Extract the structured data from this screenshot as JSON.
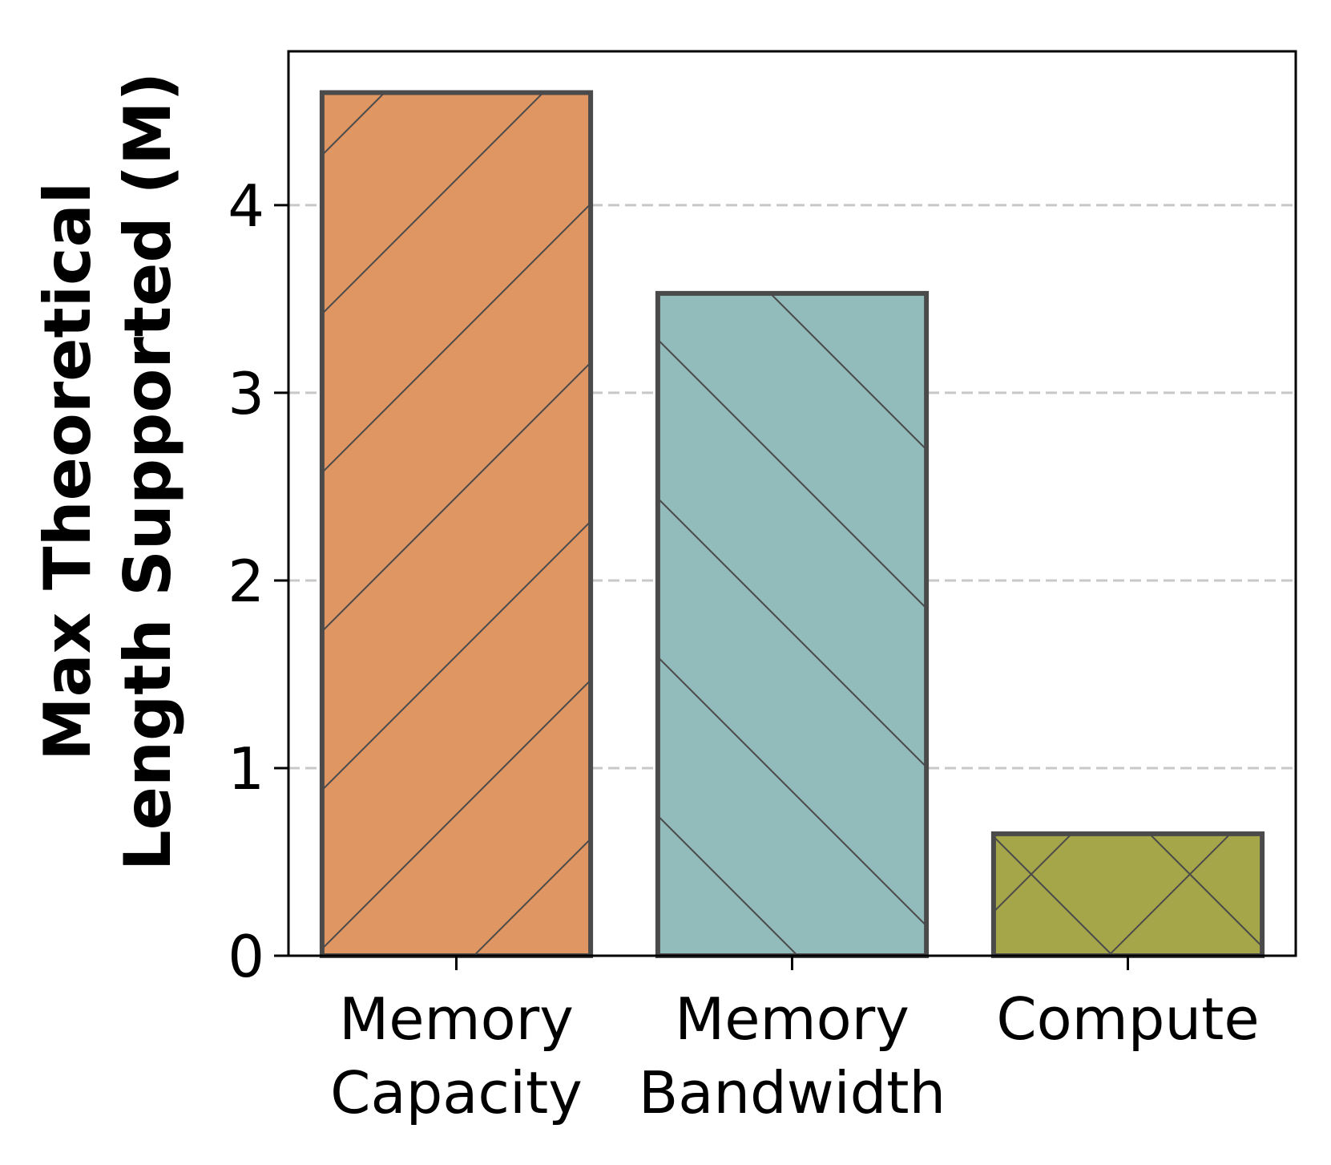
{
  "chart_data": {
    "type": "bar",
    "categories": [
      [
        "Memory",
        "Capacity"
      ],
      [
        "Memory",
        "Bandwidth"
      ],
      [
        "Compute"
      ]
    ],
    "values": [
      4.6,
      3.53,
      0.65
    ],
    "ylabel_lines": [
      "Max Theoretical",
      "Length Supported (M)"
    ],
    "ylim": [
      0,
      4.82
    ],
    "yticks": [
      "0",
      "1",
      "2",
      "3",
      "4"
    ],
    "grid": "y, dashed",
    "colors": [
      "#E09662",
      "#92BBBC",
      "#A5A54A"
    ],
    "edge_color": "#4a4a4a",
    "hatches": [
      "forward-diagonal",
      "back-diagonal",
      "crosshatch"
    ]
  }
}
